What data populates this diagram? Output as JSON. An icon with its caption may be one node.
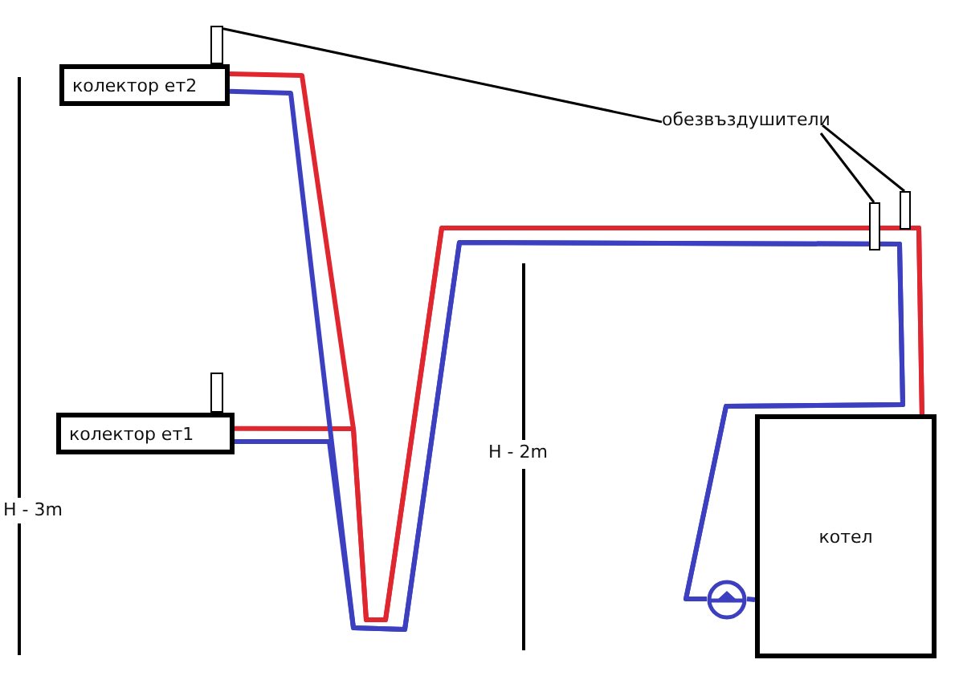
{
  "diagram": {
    "nodes": [
      {
        "text": [
          "колектор ет2"
        ]
      },
      {
        "text": [],
        "shape": "bar"
      },
      {
        "text": [
          "обезвъздушители"
        ]
      },
      {
        "text": [],
        "shape": "bar"
      },
      {
        "text": [],
        "shape": "bar"
      },
      {
        "text": [],
        "shape": "bar"
      },
      {
        "text": [
          "колектор ет1"
        ]
      },
      {
        "text": [],
        "shape": "circle"
      },
      {
        "text": [
          "котел"
        ]
      }
    ],
    "edges": [
      {
        "from": 2,
        "to": 1,
        "arrow": "none"
      },
      {
        "from": 2,
        "to": 3,
        "arrow": "none"
      },
      {
        "from": 2,
        "to": 4,
        "arrow": "none"
      },
      {
        "from": 8,
        "to": 0,
        "arrow": "none",
        "color": "#e0262e"
      },
      {
        "from": 8,
        "to": 6,
        "arrow": "none",
        "color": "#e0262e"
      },
      {
        "from": 0,
        "to": 7,
        "arrow": "none",
        "color": "#3b3fc0"
      },
      {
        "from": 6,
        "to": 7,
        "arrow": "none",
        "color": "#3b3fc0"
      },
      {
        "from": 7,
        "to": 8,
        "arrow": "none",
        "color": "#3b3fc0"
      }
    ],
    "labels": [
      "H - 3m",
      "H - 2m"
    ]
  }
}
